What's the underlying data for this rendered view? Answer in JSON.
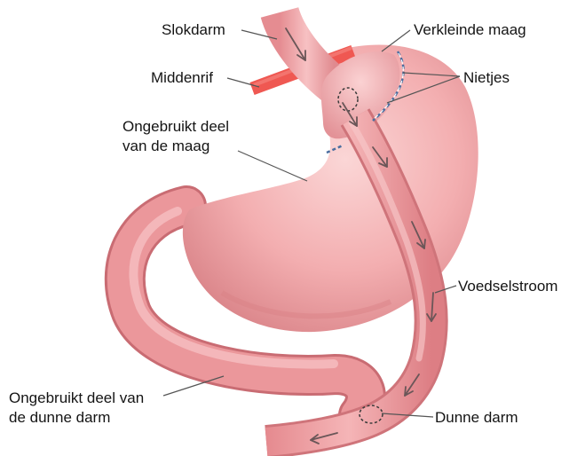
{
  "diagram": {
    "labels": {
      "slokdarm": "Slokdarm",
      "verkleinde_maag": "Verkleinde maag",
      "middenrif": "Middenrif",
      "nietjes": "Nietjes",
      "ongebruikt_maag_line1": "Ongebruikt deel",
      "ongebruikt_maag_line2": "van de maag",
      "voedselstroom": "Voedselstroom",
      "ongebruikt_darm_line1": "Ongebruikt deel van",
      "ongebruikt_darm_line2": "de dunne darm",
      "dunne_darm": "Dunne darm"
    },
    "colors": {
      "stomach": "#f0a3a4",
      "stomach_shadow": "#d97f83",
      "intestine": "#e88f92",
      "diaphragm": "#ef5a55",
      "arrow": "#6e5a5c",
      "leader_line": "#5a5a5a"
    }
  }
}
